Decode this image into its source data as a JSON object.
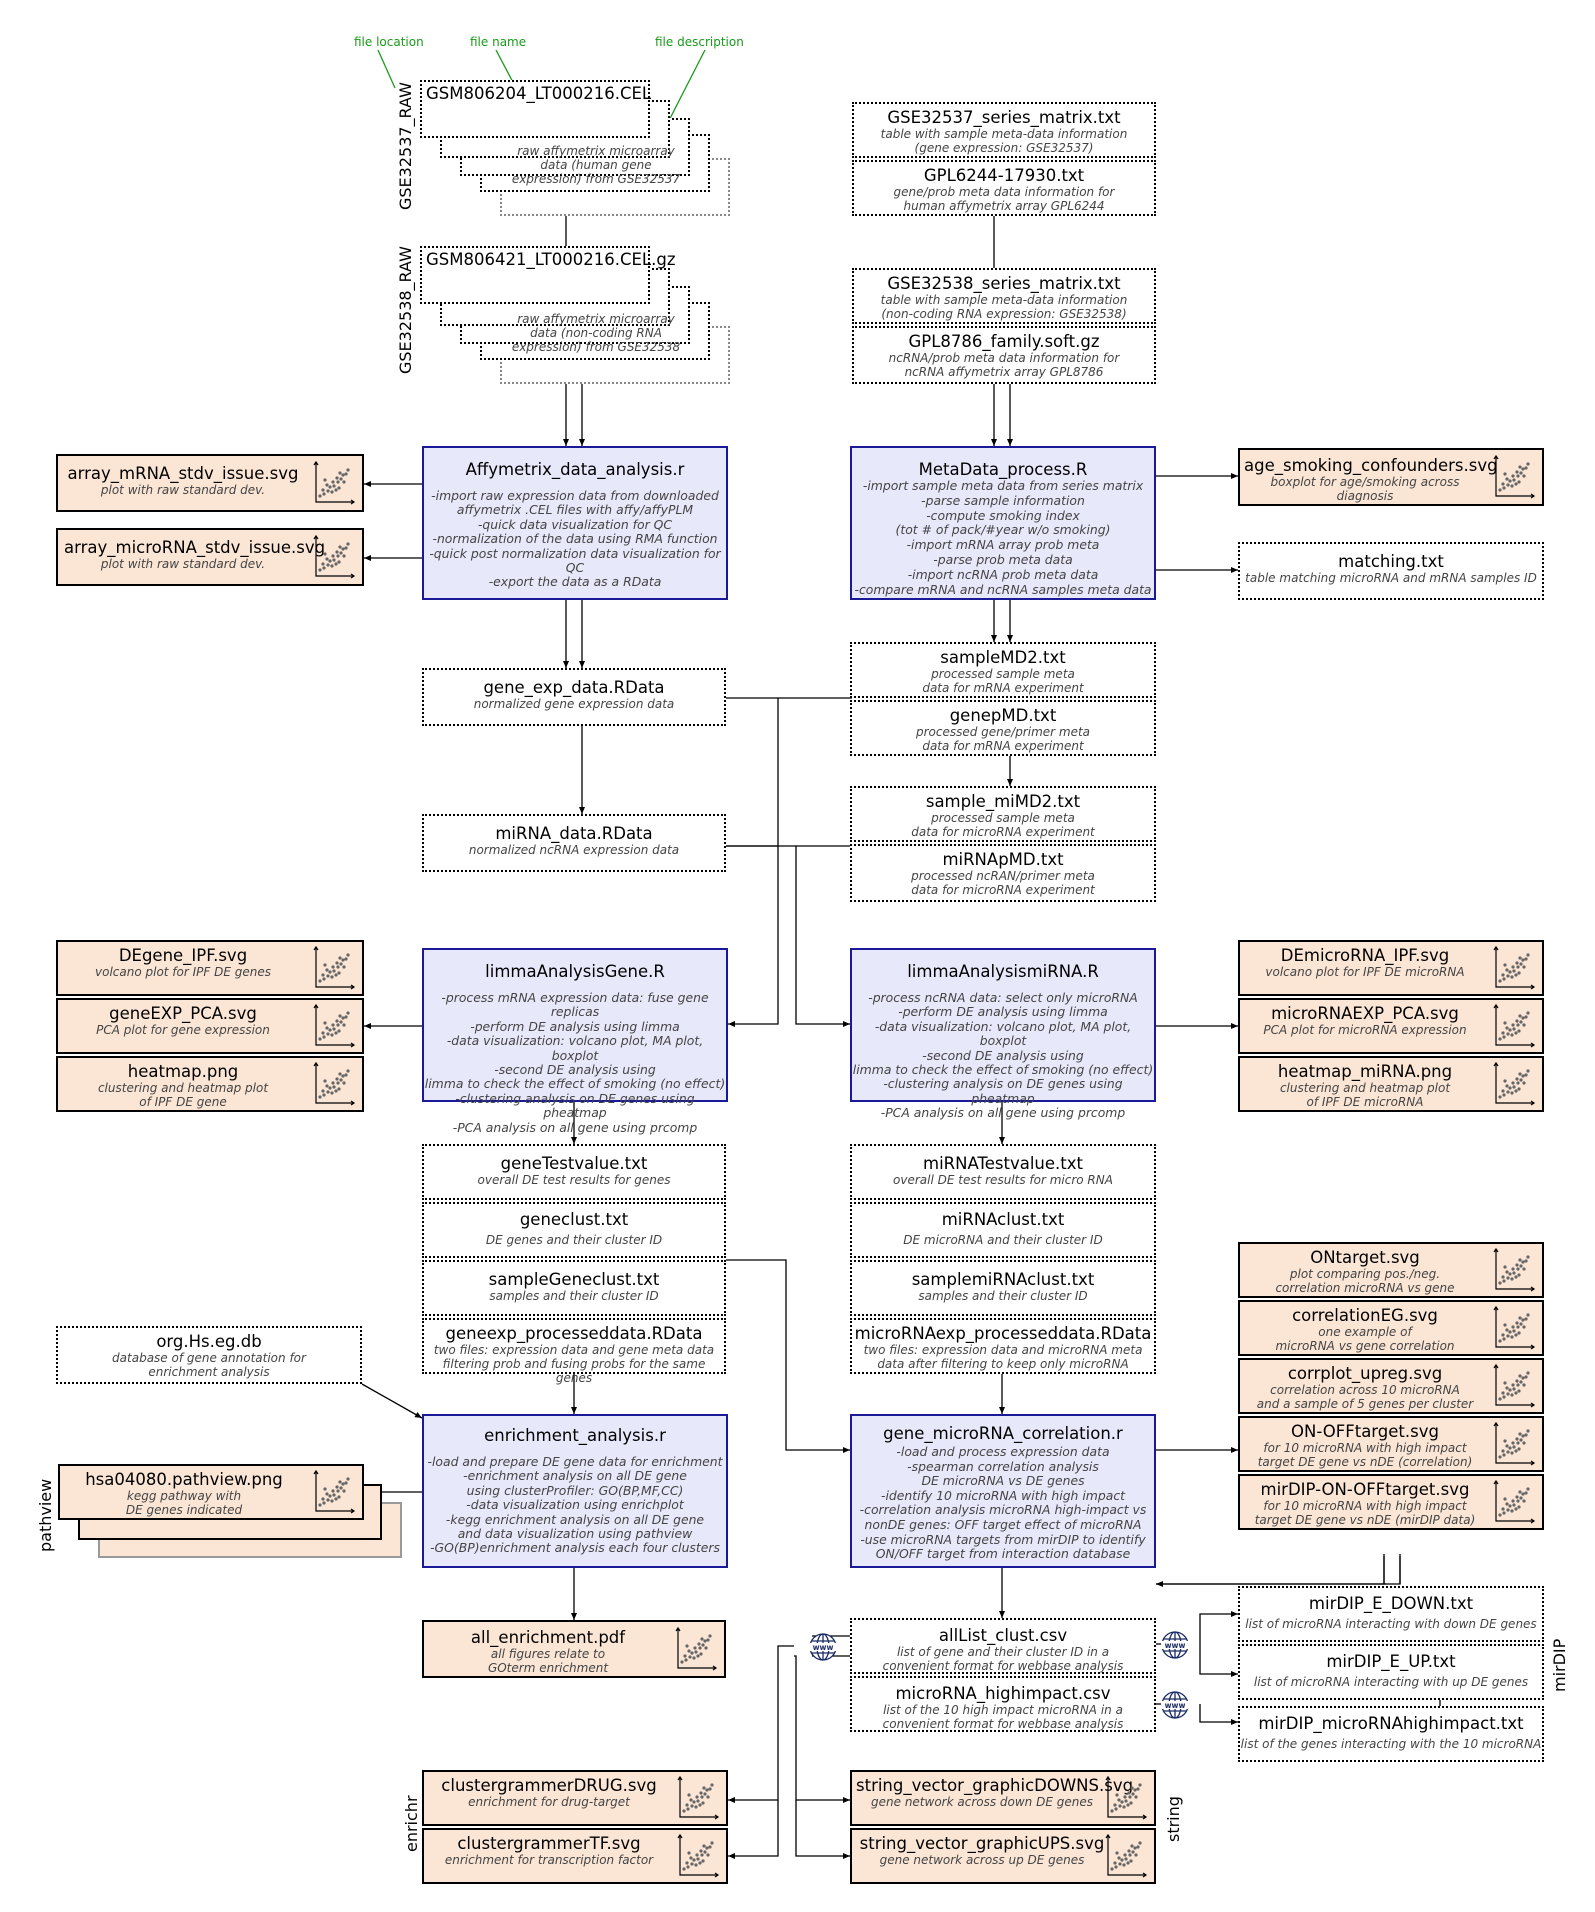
{
  "annotations": {
    "file_location": "file location",
    "file_name": "file name",
    "file_description": "file description"
  },
  "group_labels": {
    "gse32537_raw": "GSE32537_RAW",
    "gse32538_raw": "GSE32538_RAW",
    "pathview": "pathview",
    "enrichr": "enrichr",
    "string": "string",
    "mirdip": "mirDIP"
  },
  "raw_files": {
    "cel1": {
      "title": "GSM806204_LT000216.CEL",
      "desc": "raw affymetrix microarray\ndata (human gene\nexpression) from GSE32537"
    },
    "cel2": {
      "title": "GSM806421_LT000216.CEL.gz",
      "desc": "raw affymetrix microarray\ndata (non-coding RNA\nexpression) from GSE32538"
    }
  },
  "files": {
    "gse32537_matrix": {
      "title": "GSE32537_series_matrix.txt",
      "desc": "table with sample meta-data information\n(gene expression: GSE32537)"
    },
    "gpl6244": {
      "title": "GPL6244-17930.txt",
      "desc": "gene/prob meta data information for\nhuman affymetrix array GPL6244"
    },
    "gse32538_matrix": {
      "title": "GSE32538_series_matrix.txt",
      "desc": "table with sample meta-data information\n(non-coding RNA expression: GSE32538)"
    },
    "gpl8786": {
      "title": "GPL8786_family.soft.gz",
      "desc": "ncRNA/prob meta data information for\nncRNA affymetrix array GPL8786"
    },
    "gene_exp_data": {
      "title": "gene_exp_data.RData",
      "desc": "normalized gene expression data"
    },
    "mirna_data": {
      "title": "miRNA_data.RData",
      "desc": "normalized ncRNA expression data"
    },
    "matching": {
      "title": "matching.txt",
      "desc": "table matching microRNA and mRNA samples ID"
    },
    "samplemd2": {
      "title": "sampleMD2.txt",
      "desc": "processed sample meta\ndata for mRNA experiment"
    },
    "genepmd": {
      "title": "genepMD.txt",
      "desc": "processed gene/primer meta\ndata for mRNA experiment"
    },
    "sample_mimd2": {
      "title": "sample_miMD2.txt",
      "desc": "processed sample meta\ndata for microRNA experiment"
    },
    "mirnapmd": {
      "title": "miRNApMD.txt",
      "desc": "processed ncRAN/primer meta\ndata for microRNA experiment"
    },
    "genetestvalue": {
      "title": "geneTestvalue.txt",
      "desc": "overall DE test results for genes"
    },
    "geneclust": {
      "title": "geneclust.txt",
      "desc": "DE genes and their cluster ID"
    },
    "samplegeneclust": {
      "title": "sampleGeneclust.txt",
      "desc": "samples and their cluster ID"
    },
    "geneexp_processed": {
      "title": "geneexp_processeddata.RData",
      "desc": "two files: expression data and gene meta data\nfiltering prob and fusing probs for the same genes"
    },
    "mirnatestvalue": {
      "title": "miRNATestvalue.txt",
      "desc": "overall DE test results for micro RNA"
    },
    "mirnaclust": {
      "title": "miRNAclust.txt",
      "desc": "DE microRNA and their cluster ID"
    },
    "samplemirnaclust": {
      "title": "samplemiRNAclust.txt",
      "desc": "samples and their cluster ID"
    },
    "microrna_processed": {
      "title": "microRNAexp_processeddata.RData",
      "desc": "two files: expression data and microRNA meta\ndata after filtering to keep only microRNA"
    },
    "orghs": {
      "title": "org.Hs.eg.db",
      "desc": "database of gene annotation for\nenrichment analysis"
    },
    "alllist": {
      "title": "allList_clust.csv",
      "desc": "list of gene and their cluster ID in a\nconvenient format for webbase analysis"
    },
    "microrna_highimpact": {
      "title": "microRNA_highimpact.csv",
      "desc": "list of the 10 high impact microRNA in a\nconvenient format for webbase analysis"
    },
    "mirdip_down": {
      "title": "mirDIP_E_DOWN.txt",
      "desc": "list of microRNA interacting with down DE genes"
    },
    "mirdip_up": {
      "title": "mirDIP_E_UP.txt",
      "desc": "list of microRNA interacting with up DE genes"
    },
    "mirdip_high": {
      "title": "mirDIP_microRNAhighimpact.txt",
      "desc": "list of the genes interacting with the 10 microRNA"
    }
  },
  "scripts": {
    "affy": {
      "title": "Affymetrix_data_analysis.r",
      "desc": "-import raw expression data from downloaded\naffymetrix .CEL files with affy/affyPLM\n-quick data visualization for QC\n-normalization of the data using RMA function\n-quick post normalization data visualization for QC\n-export the data as a RData"
    },
    "meta": {
      "title": "MetaData_process.R",
      "desc": "-import sample meta data from series matrix\n-parse sample information\n-compute smoking index\n(tot # of pack/#year w/o smoking)\n-import mRNA array prob meta\n-parse prob meta data\n-import ncRNA prob meta data\n-compare mRNA and ncRNA samples meta data"
    },
    "limma_gene": {
      "title": "limmaAnalysisGene.R",
      "desc": "-process mRNA expression data: fuse gene replicas\n-perform DE analysis using limma\n-data visualization: volcano plot, MA plot, boxplot\n-second DE analysis using\nlimma to check the effect of smoking (no effect)\n-clustering analysis on DE genes using pheatmap\n-PCA analysis on all gene using prcomp"
    },
    "limma_mirna": {
      "title": "limmaAnalysismiRNA.R",
      "desc": "-process ncRNA data: select only microRNA\n-perform DE analysis using limma\n-data visualization: volcano plot, MA plot, boxplot\n-second DE analysis using\nlimma to check the effect of smoking (no effect)\n-clustering analysis on DE genes using pheatmap\n-PCA analysis on all gene using prcomp"
    },
    "enrichment": {
      "title": "enrichment_analysis.r",
      "desc": "-load and prepare DE gene data for enrichment\n-enrichment analysis on all DE gene\nusing clusterProfiler: GO(BP,MF,CC)\n-data visualization using enrichplot\n-kegg enrichment analysis on all DE gene\nand data visualization using pathview\n-GO(BP)enrichment analysis each four clusters"
    },
    "correlation": {
      "title": "gene_microRNA_correlation.r",
      "desc": "-load and process expression data\n-spearman correlation analysis\nDE microRNA vs DE genes\n-identify 10 microRNA with high impact\n-correlation analysis microRNA high-impact vs\nnonDE genes: OFF target effect of microRNA\n-use microRNA targets from mirDIP to identify\nON/OFF target from interaction database"
    }
  },
  "images": {
    "array_mrna": {
      "title": "array_mRNA_stdv_issue.svg",
      "desc": "plot with raw standard dev."
    },
    "array_microrna": {
      "title": "array_microRNA_stdv_issue.svg",
      "desc": "plot with raw standard dev."
    },
    "age_smoking": {
      "title": "age_smoking_confounders.svg",
      "desc": "boxplot for age/smoking across diagnosis"
    },
    "degene_ipf": {
      "title": "DEgene_IPF.svg",
      "desc": "volcano plot for IPF DE genes"
    },
    "geneexp_pca": {
      "title": "geneEXP_PCA.svg",
      "desc": "PCA plot for gene expression"
    },
    "heatmap": {
      "title": "heatmap.png",
      "desc": "clustering and heatmap plot\nof IPF DE gene"
    },
    "demicrorna_ipf": {
      "title": "DEmicroRNA_IPF.svg",
      "desc": "volcano plot for IPF DE microRNA"
    },
    "microrna_pca": {
      "title": "microRNAEXP_PCA.svg",
      "desc": "PCA plot for microRNA expression"
    },
    "heatmap_mirna": {
      "title": "heatmap_miRNA.png",
      "desc": "clustering and heatmap plot\nof IPF DE microRNA"
    },
    "ontarget": {
      "title": "ONtarget.svg",
      "desc": "plot comparing pos./neg.\ncorrelation microRNA vs gene"
    },
    "correlationeg": {
      "title": "correlationEG.svg",
      "desc": "one example of\nmicroRNA vs gene correlation"
    },
    "corrplot_upreg": {
      "title": "corrplot_upreg.svg",
      "desc": "correlation across 10 microRNA\nand a sample of 5 genes per cluster"
    },
    "on_off": {
      "title": "ON-OFFtarget.svg",
      "desc": "for 10 microRNA with high impact\ntarget DE gene vs nDE (correlation)"
    },
    "mirdip_on_off": {
      "title": "mirDIP-ON-OFFtarget.svg",
      "desc": "for 10 microRNA with high impact\ntarget DE gene vs nDE (mirDIP data)"
    },
    "hsa04080": {
      "title": "hsa04080.pathview.png",
      "desc": "kegg pathway with\nDE genes indicated"
    },
    "all_enrichment": {
      "title": "all_enrichment.pdf",
      "desc": "all figures relate to\nGOterm enrichment"
    },
    "cg_drug": {
      "title": "clustergrammerDRUG.svg",
      "desc": "enrichment for drug-target"
    },
    "cg_tf": {
      "title": "clustergrammerTF.svg",
      "desc": "enrichment for transcription factor"
    },
    "string_down": {
      "title": "string_vector_graphicDOWNS.svg",
      "desc": "gene network across down DE genes"
    },
    "string_up": {
      "title": "string_vector_graphicUPS.svg",
      "desc": "gene network across up DE genes"
    }
  },
  "colors": {
    "script_fill": "#e8e8fb",
    "script_border": "#1a1a99",
    "image_fill": "#fbe6d6",
    "annotation": "#1a9a1a",
    "connector": "#000000"
  },
  "icons": {
    "plot_thumbnail": "scatter-plot-icon",
    "web": "globe-www-icon"
  }
}
